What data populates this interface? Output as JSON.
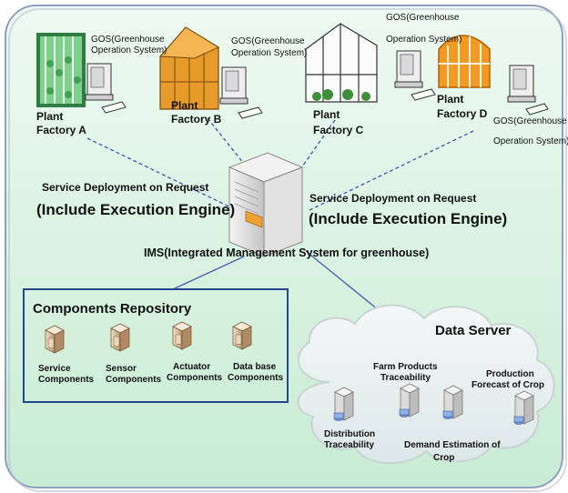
{
  "factories": [
    {
      "name_line1": "Plant",
      "name_line2": "Factory A",
      "gos_line1": "GOS(Greenhouse",
      "gos_line2": "Operation System)"
    },
    {
      "name_line1": "Plant",
      "name_line2": "Factory B",
      "gos_line1": "GOS(Greenhouse",
      "gos_line2": "Operation System)"
    },
    {
      "name_line1": "Plant",
      "name_line2": "Factory C",
      "gos_line1": "GOS(Greenhouse",
      "gos_line2": "Operation System)"
    },
    {
      "name_line1": "Plant",
      "name_line2": "Factory D",
      "gos_line1": "GOS(Greenhouse",
      "gos_line2": "Operation System)"
    }
  ],
  "deployment": {
    "left_line1": "Service Deployment on Request",
    "left_line2": "(Include Execution Engine)",
    "right_line1": "Service  Deployment on Request",
    "right_line2": "(Include Execution Engine)"
  },
  "ims_label": "IMS(Integrated Management System for greenhouse)",
  "repository": {
    "title": "Components Repository",
    "items": [
      {
        "line1": "Service",
        "line2": "Components"
      },
      {
        "line1": "Sensor",
        "line2": "Components"
      },
      {
        "line1": "Actuator",
        "line2": "Components"
      },
      {
        "line1": "Data base",
        "line2": "Components"
      }
    ]
  },
  "data_server": {
    "title": "Data Server",
    "farm_line1": "Farm Products",
    "farm_line2": "Traceability",
    "forecast_line1": "Production",
    "forecast_line2": "Forecast of Crop",
    "distribution_line1": "Distribution",
    "distribution_line2": "Traceability",
    "demand_line1": "Demand Estimation of",
    "demand_line2": "Crop"
  },
  "colors": {
    "background_fill": "#d6f2df",
    "background_border": "#8fa1bf",
    "repository_border": "#24458f",
    "link_dashed": "#3b57b0",
    "link_solid": "#4c5fb0",
    "cloud_fill": "#e8f0f0",
    "accent_orange": "#f0a030"
  }
}
